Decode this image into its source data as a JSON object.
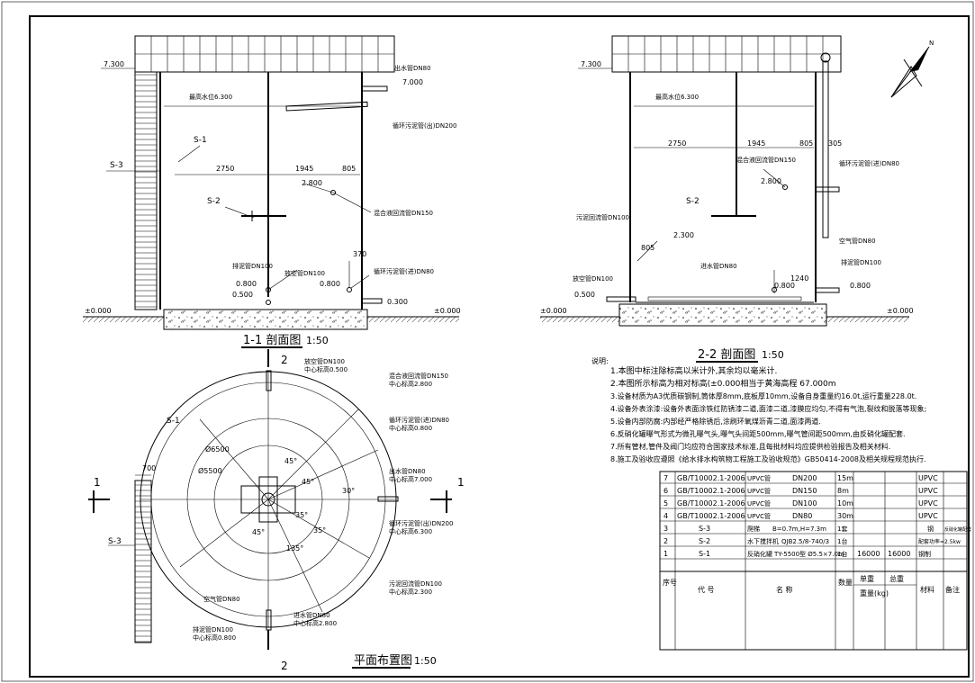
{
  "section_1_1": {
    "title": "1-1 剖面图",
    "scale": "1:50",
    "elev_top": "7.300",
    "elev_water": "最高水位6.300",
    "elev_ground_left": "±0.000",
    "elev_ground_right": "±0.000",
    "elev_2800": "2.800",
    "elev_0800a": "0.800",
    "elev_0500": "0.500",
    "elev_0800b": "0.800",
    "elev_0300": "0.300",
    "elev_7000": "7.000",
    "dim_2750": "2750",
    "dim_1945": "1945",
    "dim_805": "805",
    "dim_370": "370",
    "tag_s1": "S-1",
    "tag_s2": "S-2",
    "tag_s3": "S-3",
    "pipe_overflow": "出水管DN80",
    "pipe_sludge_recycle_in": "循环污泥管(出)DN200",
    "pipe_mix_return": "混合液回流管DN150",
    "pipe_drain": "排泥管DN100",
    "pipe_empty": "放空管DN100",
    "pipe_sludge_recycle_return": "循环污泥管(进)DN80"
  },
  "section_2_2": {
    "title": "2-2 剖面图",
    "scale": "1:50",
    "elev_top": "7.300",
    "elev_water": "最高水位6.300",
    "elev_ground_left": "±0.000",
    "elev_ground_right": "±0.000",
    "elev_2800": "2.800",
    "elev_2300": "2.300",
    "elev_0500": "0.500",
    "elev_0800a": "0.800",
    "elev_0800b": "0.800",
    "dim_2750": "2750",
    "dim_1945": "1945",
    "dim_805a": "805",
    "dim_305": "305",
    "dim_805b": "805",
    "dim_1240": "1240",
    "tag_s2": "S-2",
    "pipe_mix_return": "混合液回流管DN150",
    "pipe_inlet": "进水管DN80",
    "pipe_sludge_return": "污泥回流管DN100",
    "pipe_air": "空气管DN80",
    "pipe_empty": "放空管DN100",
    "pipe_sludge_recycle_return": "循环污泥管(进)DN80",
    "pipe_drain": "排泥管DN100"
  },
  "plan": {
    "title": "平面布置图",
    "scale": "1:50",
    "section_mark_1": "1",
    "section_mark_2": "2",
    "dim_700": "700",
    "dim_6500": "Ø6500",
    "dim_5500": "Ø5500",
    "angle_45a": "45°",
    "angle_45b": "45°",
    "angle_30": "30°",
    "angle_35a": "35°",
    "angle_35b": "35°",
    "angle_45c": "45°",
    "angle_135": "135°",
    "tag_s1": "S-1",
    "tag_s3": "S-3",
    "p1_name": "放空管DN100",
    "p1_elev": "中心标高0.500",
    "p2_name": "混合液回流管DN150",
    "p2_elev": "中心标高2.800",
    "p3_name": "循环污泥管(进)DN80",
    "p3_elev": "中心标高0.800",
    "p4_name": "出水管DN80",
    "p4_elev": "中心标高7.000",
    "p5_name": "循环污泥管(出)DN200",
    "p5_elev": "中心标高6.300",
    "p6_name": "污泥回流管DN100",
    "p6_elev": "中心标高2.300",
    "p7_name": "空气管DN80",
    "p8_name": "进水管DN80",
    "p8_elev": "中心标高2.800",
    "p9_name": "排泥管DN100",
    "p9_elev": "中心标高0.800"
  },
  "notes": {
    "heading": "说明:",
    "lines": [
      "1.本图中标注除标高以米计外,其余均以毫米计.",
      "2.本图所示标高为相对标高(±0.000相当于黄海高程 67.000m",
      "3.设备材质为A3优质碳钢制,筒体厚8mm,底板厚10mm,设备自身重量约16.0t,运行重量228.0t.",
      "4.设备外表涂漆:设备外表面涂铁红防锈漆二道,面漆二道,漆膜应均匀,不得有气泡,裂纹和脱落等现象;",
      "5.设备内部防腐:内部经严格除锈后,涂刷环氧煤沥青二道,面漆两道.",
      "6.反硝化罐曝气形式为微孔曝气头,曝气头间距500mm,曝气管间距500mm,由反硝化罐配套.",
      "7.所有管材,管件及阀门均应符合国家技术标准,且每批材料均应提供检验报告及相关材料.",
      "8.施工及验收应遵照《给水排水构筑物工程施工及验收规范》GB50414-2008及相关规程规范执行."
    ]
  },
  "table": {
    "rows": [
      {
        "no": "7",
        "code": "GB/T10002.1-2006",
        "name": "UPVC管",
        "spec": "DN200",
        "qty": "15m",
        "unit_wt": "",
        "total_wt": "",
        "material": "UPVC",
        "remark": ""
      },
      {
        "no": "6",
        "code": "GB/T10002.1-2006",
        "name": "UPVC管",
        "spec": "DN150",
        "qty": "8m",
        "unit_wt": "",
        "total_wt": "",
        "material": "UPVC",
        "remark": ""
      },
      {
        "no": "5",
        "code": "GB/T10002.1-2006",
        "name": "UPVC管",
        "spec": "DN100",
        "qty": "10m",
        "unit_wt": "",
        "total_wt": "",
        "material": "UPVC",
        "remark": ""
      },
      {
        "no": "4",
        "code": "GB/T10002.1-2006",
        "name": "UPVC管",
        "spec": "DN80",
        "qty": "30m",
        "unit_wt": "",
        "total_wt": "",
        "material": "UPVC",
        "remark": ""
      },
      {
        "no": "3",
        "code": "S-3",
        "name": "爬梯",
        "spec": "B=0.7m,H=7.3m",
        "qty": "1套",
        "unit_wt": "",
        "total_wt": "",
        "material": "钢",
        "remark": "反硝化罐配套"
      },
      {
        "no": "2",
        "code": "S-2",
        "name": "水下搅拌机",
        "spec": "QJB2.5/8-740/3",
        "qty": "1台",
        "unit_wt": "",
        "total_wt": "",
        "material": "",
        "remark": "配套功率=2.5kw"
      },
      {
        "no": "1",
        "code": "S-1",
        "name": "反硝化罐",
        "spec": "TY-5500型 Ø5.5×7.0m",
        "qty": "1台",
        "unit_wt": "16000",
        "total_wt": "16000",
        "material": "钢制",
        "remark": ""
      }
    ],
    "h_no": "序号",
    "h_code": "代 号",
    "h_name": "名 称",
    "h_qty": "数量",
    "h_unit": "单重",
    "h_total": "总重",
    "h_wt": "重量(kg)",
    "h_material": "材料",
    "h_remark": "备注"
  }
}
